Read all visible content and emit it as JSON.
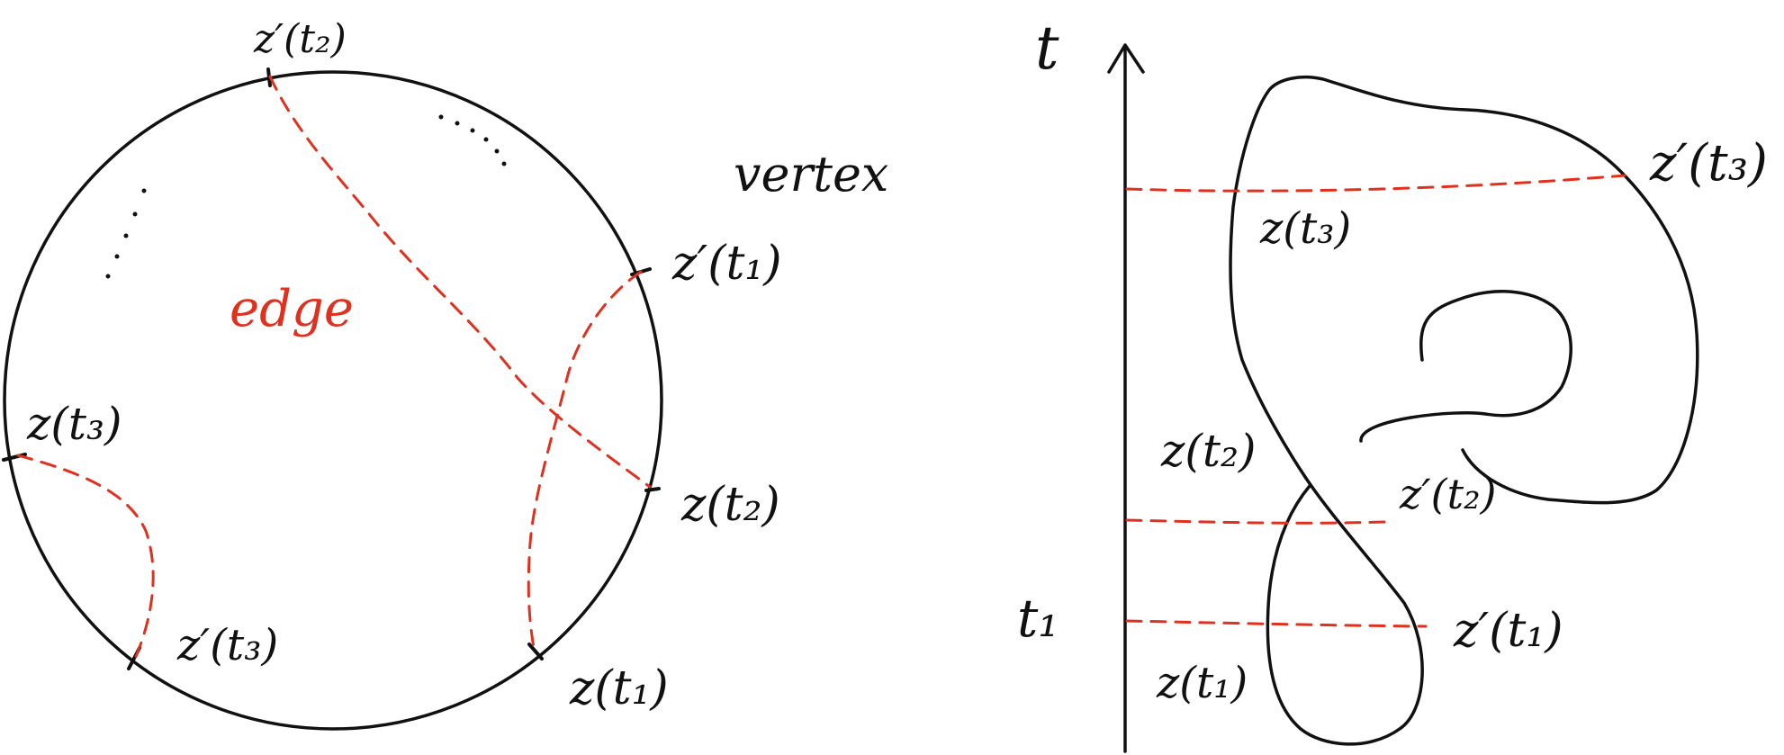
{
  "colors": {
    "ink": "#111111",
    "edge": "#e0301e"
  },
  "left_diagram": {
    "edge_label": "edge",
    "vertex_label": "vertex",
    "z_t1": "z(t₁)",
    "z_prime_t1": "z′(t₁)",
    "z_t2": "z(t₂)",
    "z_prime_t2": "z′(t₂)",
    "z_t3": "z(t₃)",
    "z_prime_t3": "z′(t₃)"
  },
  "right_diagram": {
    "axis_label": "t",
    "t1_label": "t₁",
    "z_t1": "z(t₁)",
    "z_prime_t1": "z′(t₁)",
    "z_t2": "z(t₂)",
    "z_prime_t2": "z′(t₂)",
    "z_t3": "z(t₃)",
    "z_prime_t3": "z′(t₃)"
  }
}
